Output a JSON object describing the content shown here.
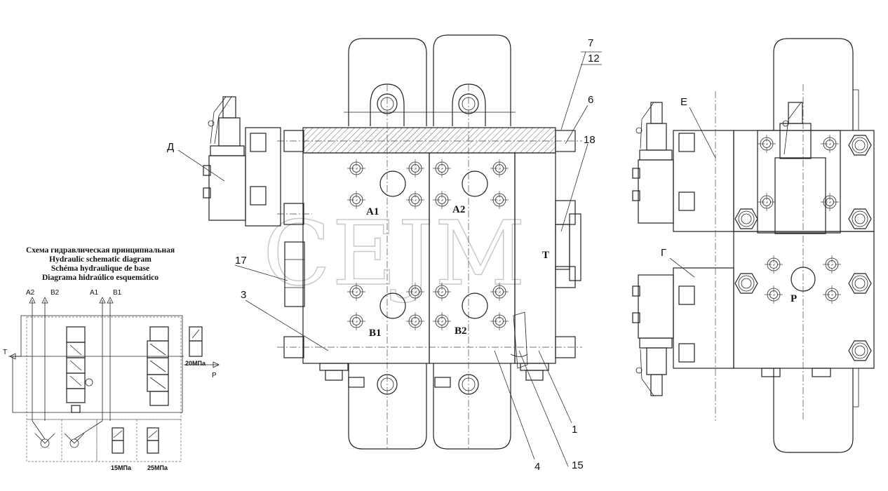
{
  "watermark": "CEJM",
  "schematic": {
    "titles": [
      "Схема гидравлическая принципиальная",
      "Hydraulic schematic diagram",
      "Schéma hydraulique de base",
      "Diagrama hidraúlico esquemático"
    ],
    "port_labels": [
      "A2",
      "B2",
      "A1",
      "B1"
    ],
    "tank_label": "T",
    "pressure_label": "P",
    "relief_main": "20МПа",
    "relief_a": "15МПа",
    "relief_b": "25МПа"
  },
  "front_view": {
    "ports": [
      "A1",
      "A2",
      "B1",
      "B2",
      "T"
    ],
    "callouts": [
      "7",
      "12",
      "6",
      "18",
      "Д",
      "17",
      "3",
      "1",
      "4",
      "15"
    ]
  },
  "side_view": {
    "labels": [
      "Е",
      "Г",
      "P"
    ]
  }
}
